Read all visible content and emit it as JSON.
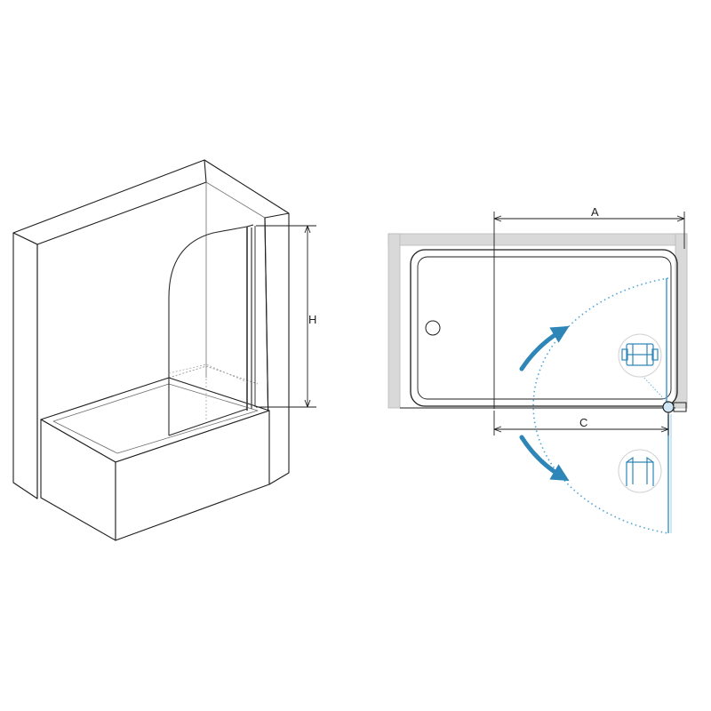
{
  "dimensions": {
    "height_label": "H",
    "width_label": "A",
    "panel_label": "C"
  },
  "colors": {
    "line": "#1e1e1e",
    "thin_line": "#6e6e6e",
    "wall_fill": "#d9d9d9",
    "accent": "#2e86b8",
    "swing_path": "#4fa3d6"
  }
}
